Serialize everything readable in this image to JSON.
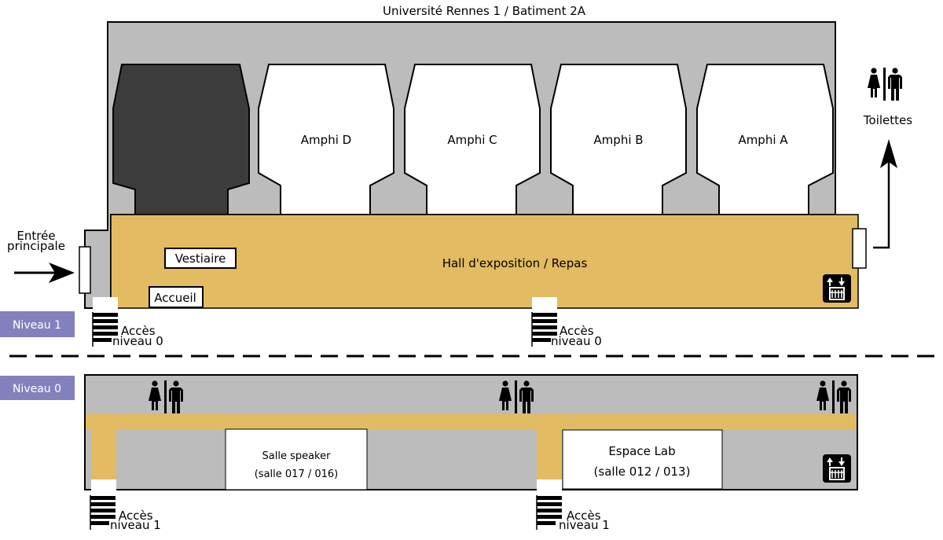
{
  "title": "Université Rennes 1 / Batiment 2A",
  "level1": {
    "badge": "Niveau 1",
    "entrance_line1": "Entrée",
    "entrance_line2": "principale",
    "rooms": [
      "Amphi D",
      "Amphi C",
      "Amphi B",
      "Amphi A"
    ],
    "hall": "Hall d'exposition / Repas",
    "cloakroom": "Vestiaire",
    "reception": "Accueil",
    "toilets": "Toilettes",
    "stairs": [
      {
        "line1": "Accès",
        "line2": "niveau 0"
      },
      {
        "line1": "Accès",
        "line2": "niveau 0"
      }
    ]
  },
  "level0": {
    "badge": "Niveau 0",
    "speaker_room_line1": "Salle speaker",
    "speaker_room_line2": "(salle 017 / 016)",
    "lab_line1": "Espace Lab",
    "lab_line2": "(salle 012 / 013)",
    "stairs": [
      {
        "line1": "Accès",
        "line2": "niveau 1"
      },
      {
        "line1": "Accès",
        "line2": "niveau 1"
      }
    ]
  },
  "colors": {
    "building": "#bcbcbc",
    "hall": "#e2bb62",
    "dark_room": "#3c3c3c",
    "badge": "#8480bd"
  },
  "icons": [
    "toilets-icon",
    "elevator-icon",
    "stairs-icon",
    "arrow-right-icon",
    "arrow-up-icon"
  ]
}
